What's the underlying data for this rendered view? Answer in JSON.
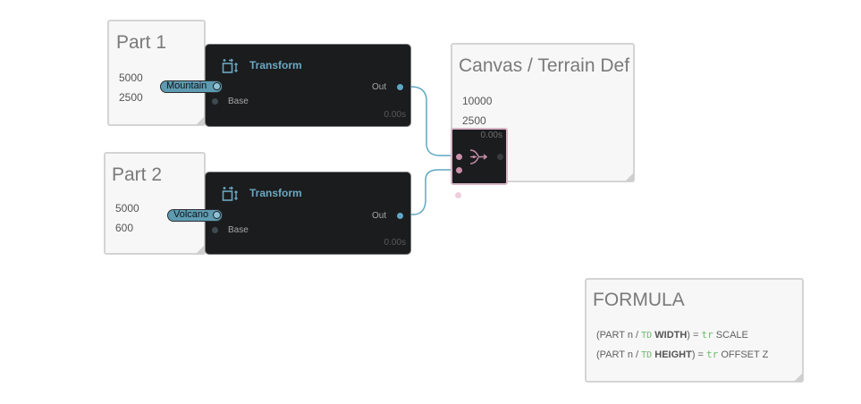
{
  "part1": {
    "title": "Part 1",
    "values": [
      "5000",
      "2500"
    ],
    "pill": "Mountain"
  },
  "part2": {
    "title": "Part 2",
    "values": [
      "5000",
      "600"
    ],
    "pill": "Volcano"
  },
  "transform1": {
    "title": "Transform",
    "out_label": "Out",
    "base_label": "Base",
    "timing": "0.00s",
    "icon": "transform-icon"
  },
  "transform2": {
    "title": "Transform",
    "out_label": "Out",
    "base_label": "Base",
    "timing": "0.00s",
    "icon": "transform-icon"
  },
  "canvas": {
    "title": "Canvas / Terrain Def",
    "values": [
      "10000",
      "2500"
    ]
  },
  "merge": {
    "timing": "0.00s",
    "icon": "merge-icon"
  },
  "formula": {
    "title": "FORMULA",
    "line1": {
      "a": "(PART n / ",
      "td": "TD",
      "b": "WIDTH",
      "c": ") = ",
      "tr": "tr",
      "d": " SCALE"
    },
    "line2": {
      "a": "(PART n / ",
      "td": "TD",
      "b": "HEIGHT",
      "c": ") = ",
      "tr": "tr",
      "d": " OFFSET Z"
    }
  },
  "colors": {
    "accent": "#5ea7c4",
    "merge_accent": "#d8b4c6",
    "node_bg": "#1b1c1e",
    "note_bg": "#f7f7f7"
  }
}
